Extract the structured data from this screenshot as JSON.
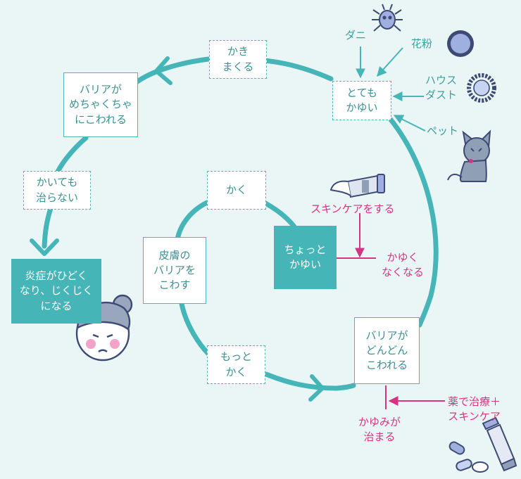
{
  "colors": {
    "teal": "#45b5b8",
    "text_teal": "#3c9ea1",
    "pink": "#d63384",
    "background": "#eaf6f5",
    "border": "#4fb6b7"
  },
  "outer_cycle": {
    "very_itchy": "とても\nかゆい",
    "scratch_a_lot": "かき\nまくる",
    "barrier_wrecked": "バリアが\nめちゃくちゃ\nにこわれる",
    "scratch_no_cure": "かいても\n治らない",
    "inflammation": "炎症がひどく\nなり、じくじく\nになる"
  },
  "causes": {
    "mite": "ダニ",
    "pollen": "花粉",
    "house_dust": "ハウス\nダスト",
    "pet": "ペット"
  },
  "inner_cycle": {
    "slightly_itchy": "ちょっと\nかゆい",
    "scratch": "かく",
    "break_barrier": "皮膚の\nバリアを\nこわす",
    "scratch_more": "もっと\nかく",
    "barrier_breaking": "バリアが\nどんどん\nこわれる"
  },
  "skincare": {
    "do_skincare": "スキンケアをする",
    "no_longer_itchy": "かゆく\nなくなる"
  },
  "treatment": {
    "medicine_skincare": "薬で治療＋\nスキンケア",
    "itch_subsides": "かゆみが\n治まる"
  },
  "icons": [
    "mite-icon",
    "pollen-icon",
    "house-dust-icon",
    "cat-icon",
    "ointment-tube-icon",
    "patient-face-icon",
    "medicine-icon"
  ]
}
